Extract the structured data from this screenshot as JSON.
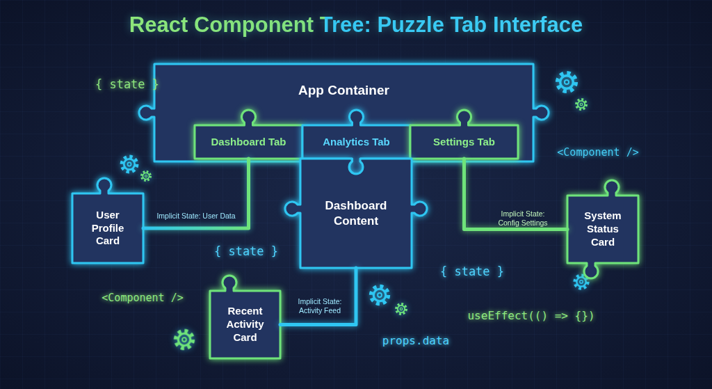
{
  "diagram": {
    "title": "React Component Tree: Puzzle Tab Interface",
    "nodes": [
      {
        "text": [
          "App Container"
        ]
      },
      {
        "text": [
          "Dashboard Tab"
        ],
        "in": 0
      },
      {
        "text": [
          "Analytics Tab"
        ],
        "in": 0
      },
      {
        "text": [
          "Settings Tab"
        ],
        "in": 0
      },
      {
        "text": [
          "User Profile Card"
        ]
      },
      {
        "text": [
          "Dashboard Content"
        ]
      },
      {
        "text": [
          "System Status Card"
        ]
      },
      {
        "text": [
          "Recent Activity Card"
        ]
      }
    ],
    "edges": [
      {
        "from": 1,
        "to": 4,
        "label": "Implicit State: User Data",
        "arrow": "none"
      },
      {
        "from": 3,
        "to": 6,
        "label": "Implicit State: Config Settings",
        "arrow": "none"
      },
      {
        "from": 5,
        "to": 7,
        "label": "Implicit State: Activity Feed",
        "arrow": "none"
      }
    ],
    "labels": [
      "{ state }",
      "<Component />",
      "{ state }",
      "{ state }",
      "<Component />",
      "useEffect(() => {})",
      "props.data"
    ]
  }
}
